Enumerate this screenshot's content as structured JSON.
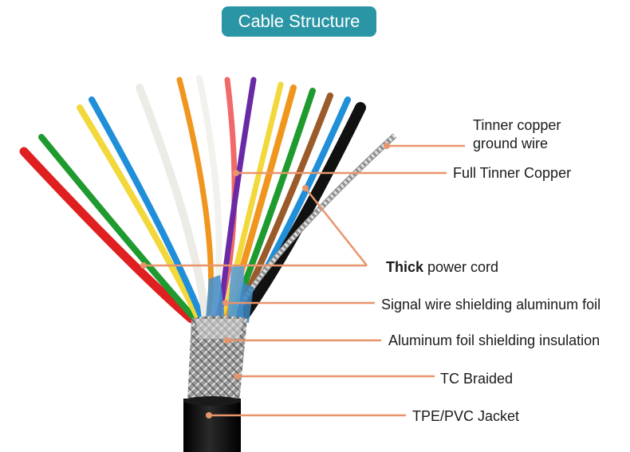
{
  "title": "Cable Structure",
  "colors": {
    "title_bg": "#2a95a4",
    "leader_line": "#e8956b",
    "jacket": "#111111",
    "braid": "#b8b8b8",
    "foil": "#4a90c8"
  },
  "wire_colors": [
    "red",
    "green",
    "yellow",
    "blue",
    "white",
    "orange",
    "light-gray",
    "pink",
    "purple",
    "yellow",
    "orange",
    "green",
    "brown",
    "blue",
    "black"
  ],
  "labels": {
    "ground_wire_line1": "Tinner copper",
    "ground_wire_line2": "ground wire",
    "full_tinner": "Full Tinner Copper",
    "power_cord_bold": "Thick",
    "power_cord_rest": " power cord",
    "signal_foil": "Signal wire shielding aluminum foil",
    "foil_insulation": "Aluminum foil shielding insulation",
    "braided": "TC Braided",
    "jacket": "TPE/PVC Jacket"
  }
}
